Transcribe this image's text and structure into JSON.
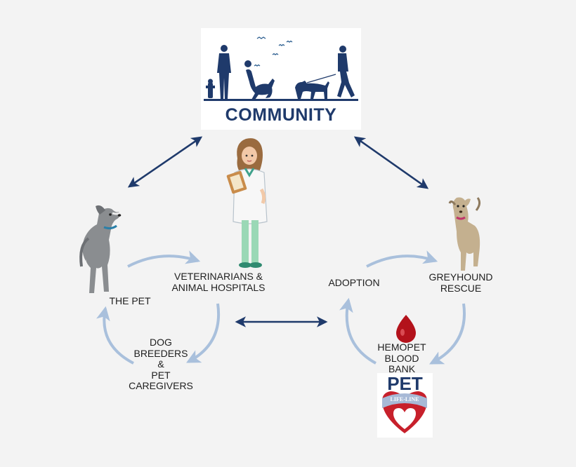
{
  "community": {
    "title": "COMMUNITY"
  },
  "nodes": {
    "the_pet": [
      "THE PET"
    ],
    "vets": [
      "VETERINARIANS &",
      "ANIMAL HOSPITALS"
    ],
    "adoption": [
      "ADOPTION"
    ],
    "greyhound_rescue": [
      "GREYHOUND",
      "RESCUE"
    ],
    "breeders": [
      "DOG",
      "BREEDERS",
      "&",
      "PET",
      "CAREGIVERS"
    ],
    "hemopet": [
      "HEMOPET",
      "BLOOD",
      "BANK"
    ]
  },
  "logo": {
    "top": "PET",
    "band": "LIFE-LINE"
  },
  "colors": {
    "navy": "#1f3a6b",
    "light_arrow": "#a9c0dc",
    "background": "#f3f3f3",
    "blood": "#b3121b"
  }
}
